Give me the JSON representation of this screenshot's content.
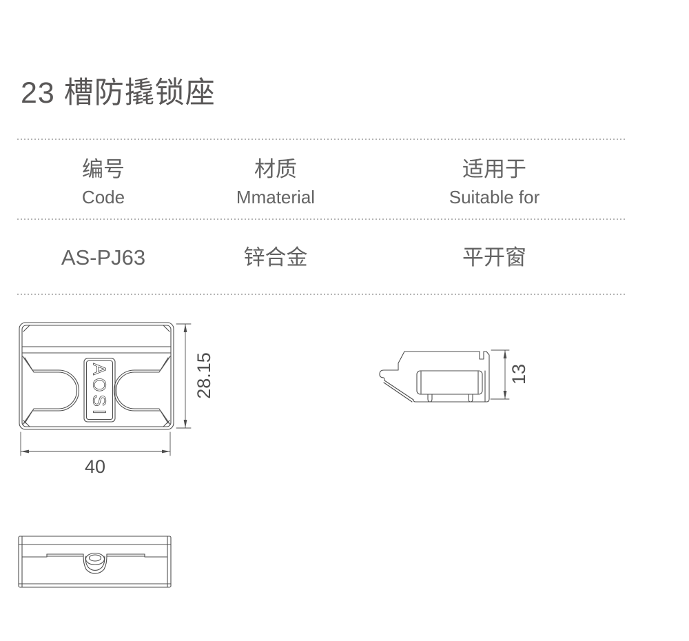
{
  "page": {
    "title": "23 槽防撬锁座"
  },
  "table": {
    "columns": [
      {
        "zh": "编号",
        "en": "Code"
      },
      {
        "zh": "材质",
        "en": "Mmaterial"
      },
      {
        "zh": "适用于",
        "en": "Suitable for"
      }
    ],
    "row": {
      "code": "AS-PJ63",
      "material": "锌合金",
      "suitable": "平开窗"
    }
  },
  "drawing": {
    "front": {
      "brand": "AOSI",
      "dim_width": "40",
      "dim_height": "28.15"
    },
    "side": {
      "dim_height": "13"
    }
  },
  "colors": {
    "text": "#595757",
    "line": "#4e4e4e",
    "divider": "#b4b4b4"
  }
}
